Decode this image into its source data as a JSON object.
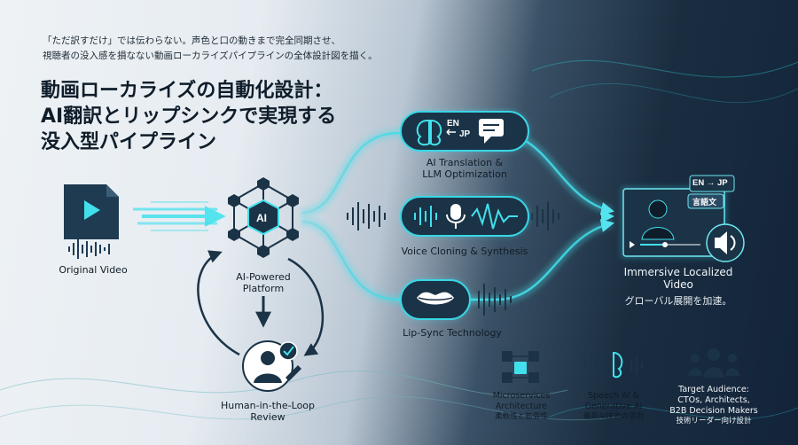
{
  "tagline": {
    "line1": "「ただ訳すだけ」では伝わらない。声色と口の動きまで完全同期させ、",
    "line2": "視聴者の没入感を損なない動画ローカライズパイプラインの全体設計図を描く。"
  },
  "title": {
    "line1": "動画ローカライズの自動化設計：",
    "line2": "AI翻訳とリップシンクで実現する",
    "line3": "没入型パイプライン"
  },
  "nodes": {
    "original_video": "Original Video",
    "platform_line1": "AI-Powered",
    "platform_line2": "Platform",
    "ai_chip": "AI",
    "human_line1": "Human-in-the-Loop",
    "human_line2": "Review",
    "translation_line1": "AI Translation &",
    "translation_line2": "LLM Optimization",
    "translation_badge_en": "EN",
    "translation_badge_jp": "JP",
    "voice": "Voice Cloning & Synthesis",
    "lipsync": "Lip-Sync Technology",
    "output_line1": "Immersive Localized",
    "output_line2": "Video",
    "output_caption": "グローバル展開を加速。",
    "output_badge": "EN → JP",
    "output_subtitle": "言語文"
  },
  "features": [
    {
      "line1": "Microservices",
      "line2": "Architecture",
      "sub": "柔軟性と拡張性",
      "icon": "cubes-network-icon"
    },
    {
      "line1": "Speech AI &",
      "line2": "Generative AI",
      "sub": "最新AI技術の活用",
      "icon": "brain-waveform-icon"
    },
    {
      "line1": "Target Audience:",
      "line2": "CTOs, Architects,",
      "line3": "B2B Decision Makers",
      "sub": "技術リーダー向け設計",
      "icon": "people-group-icon"
    }
  ],
  "colors": {
    "accent": "#2fd3e0",
    "pill_fill": "#1b3346",
    "pill_stroke": "#39d6e6",
    "node_dark": "#1b3346",
    "ink": "#0f1d2a"
  }
}
